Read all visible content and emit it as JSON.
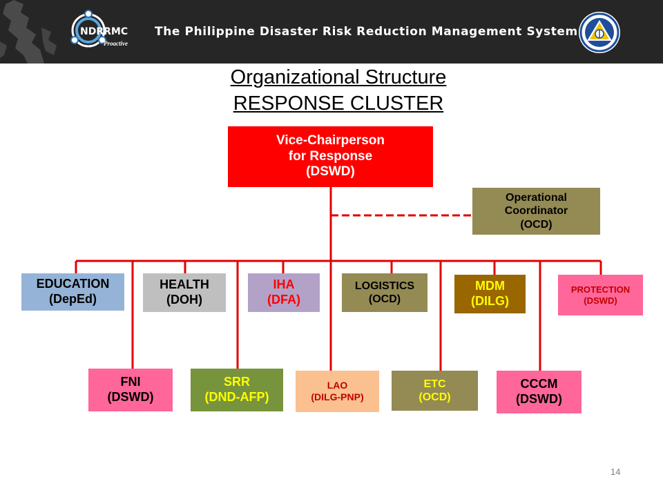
{
  "header": {
    "logo_text": "NDRRMC",
    "logo_tagline": "Proactive",
    "title": "The Philippine Disaster Risk Reduction Management System"
  },
  "slide": {
    "title_line1": "Organizational Structure",
    "title_line2": "RESPONSE CLUSTER",
    "page_number": "14"
  },
  "chart": {
    "top": {
      "label": "Vice-Chairperson\nfor Response\n(DSWD)",
      "bg": "#ff0000",
      "color": "#ffffff"
    },
    "coordinator": {
      "label": "Operational\nCoordinator\n(OCD)",
      "bg": "#948a54",
      "color": "#000000"
    },
    "row1": [
      {
        "label": "EDUCATION\n(DepEd)",
        "bg": "#95b3d7",
        "color": "#000000"
      },
      {
        "label": "HEALTH\n(DOH)",
        "bg": "#bfbfbf",
        "color": "#000000"
      },
      {
        "label": "IHA\n(DFA)",
        "bg": "#b3a2c7",
        "color": "#ff0000"
      },
      {
        "label": "LOGISTICS\n(OCD)",
        "bg": "#948a54",
        "color": "#000000"
      },
      {
        "label": "MDM\n(DILG)",
        "bg": "#996600",
        "color": "#ffff00"
      },
      {
        "label": "PROTECTION\n(DSWD)",
        "bg": "#ff6699",
        "color": "#c00000"
      }
    ],
    "row2": [
      {
        "label": "FNI\n(DSWD)",
        "bg": "#ff6699",
        "color": "#000000"
      },
      {
        "label": "SRR\n(DND-AFP)",
        "bg": "#77933c",
        "color": "#ffff00"
      },
      {
        "label": "LAO\n(DILG-PNP)",
        "bg": "#fac090",
        "color": "#c00000"
      },
      {
        "label": "ETC\n(OCD)",
        "bg": "#948a54",
        "color": "#ffff00"
      },
      {
        "label": "CCCM\n(DSWD)",
        "bg": "#ff6699",
        "color": "#000000"
      }
    ]
  }
}
